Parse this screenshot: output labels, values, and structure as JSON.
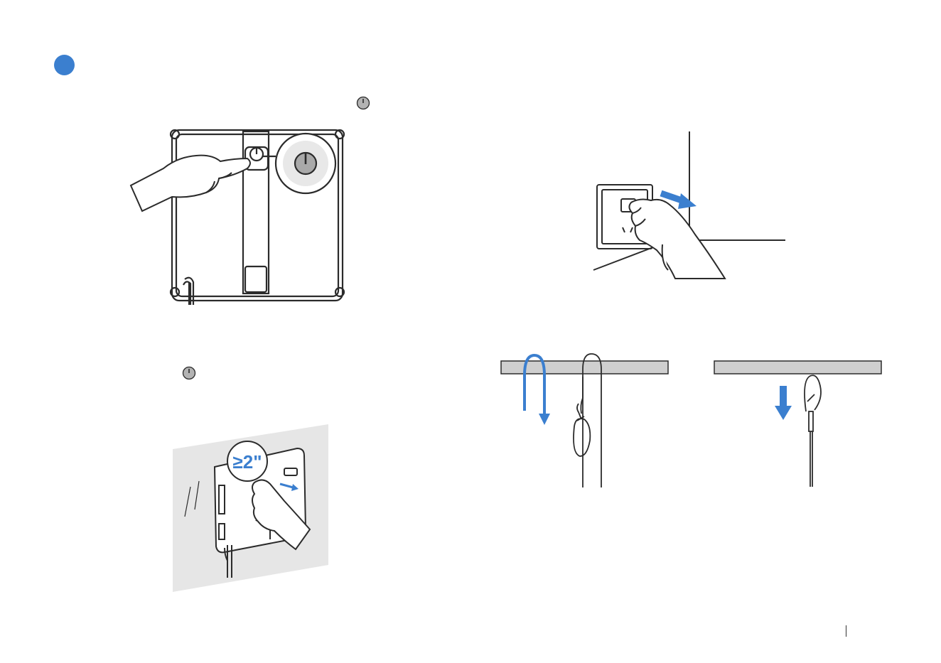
{
  "colors": {
    "accent": "#3b7fcf",
    "line": "#2b2b2b",
    "wall_gray": "#e6e6e6",
    "rail_gray": "#cfcfcf",
    "button_gray": "#a9a9a9"
  },
  "icons": {
    "step": "step-number-circle-icon",
    "power": "power-button-icon"
  },
  "illustrations": {
    "press_power": "finger-pressing-power-button",
    "unplug": "hand-unplugging-power-adapter",
    "remove_from_window": "hand-removing-robot-from-window",
    "loop_rope": "safety-rope-loop-over-rail",
    "clip_carabiner": "carabiner-clipped-on-rail"
  },
  "clearance_label": "≥2\""
}
